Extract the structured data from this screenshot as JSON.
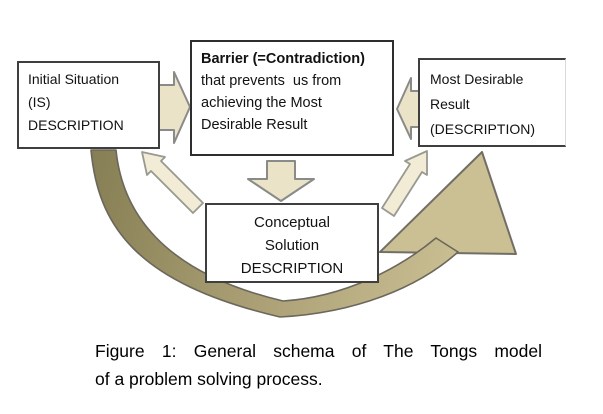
{
  "figure": {
    "boxes": {
      "initial": {
        "lines": [
          "Initial Situation",
          "(IS)",
          "DESCRIPTION"
        ]
      },
      "barrier": {
        "title": "Barrier (=Contradiction)",
        "lines": [
          "that prevents  us from",
          "achieving the Most",
          "Desirable Result"
        ]
      },
      "most_desirable": {
        "lines": [
          "Most Desirable",
          "Result",
          "(DESCRIPTION)"
        ]
      },
      "solution": {
        "lines": [
          "Conceptual",
          "Solution",
          "DESCRIPTION"
        ]
      }
    },
    "caption": {
      "line1": "Figure 1: General schema of The Tongs model",
      "line2": "of a problem solving process."
    },
    "colors": {
      "box_border": "#3f3f3f",
      "block_arrow_fill": "#eae3c7",
      "block_arrow_outline": "#8a8a88",
      "small_arrow_fill": "#f2ecd6",
      "small_arrow_outline": "#999990",
      "tongs_dark": "#867e54",
      "tongs_light": "#cbbf94",
      "tongs_outline": "#6b675b",
      "text": "#121212"
    }
  }
}
